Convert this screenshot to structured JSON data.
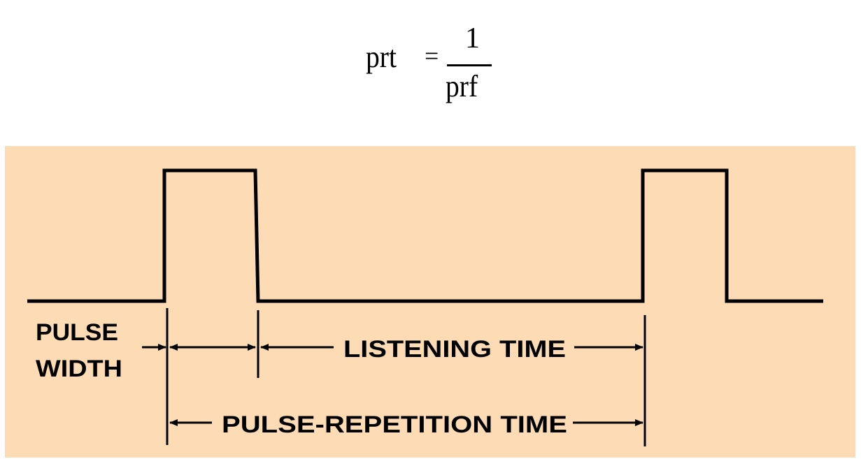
{
  "formula": {
    "lhs": "prt",
    "equals": "=",
    "numerator": "1",
    "denominator": "prf"
  },
  "diagram": {
    "background_color": "#fcdbb5",
    "line_color": "#000000",
    "labels": {
      "pulse_width_line1": "PULSE",
      "pulse_width_line2": "WIDTH",
      "listening_time": "LISTENING TIME",
      "pulse_repetition_time": "PULSE-REPETITION TIME"
    }
  }
}
